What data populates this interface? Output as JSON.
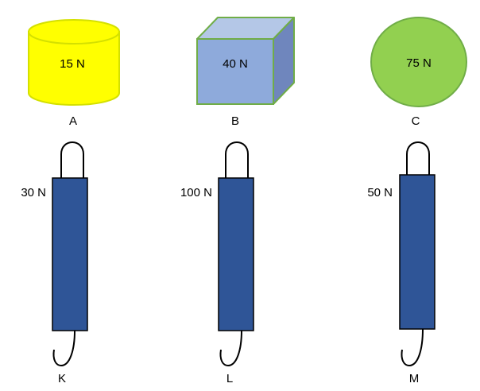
{
  "objects": [
    {
      "letter": "A",
      "weight": "15 N",
      "shape": "cylinder",
      "fill": "#ffff00",
      "stroke": "#d4e000"
    },
    {
      "letter": "B",
      "weight": "40 N",
      "shape": "cube",
      "fill": "#8eaadb",
      "stroke": "#70ad47"
    },
    {
      "letter": "C",
      "weight": "75 N",
      "shape": "sphere",
      "fill": "#92d050",
      "stroke": "#70ad47"
    }
  ],
  "dynamometers": [
    {
      "letter": "K",
      "max_load": "30 N",
      "body_color": "#2f5597"
    },
    {
      "letter": "L",
      "max_load": "100 N",
      "body_color": "#2f5597"
    },
    {
      "letter": "M",
      "max_load": "50 N",
      "body_color": "#2f5597"
    }
  ]
}
